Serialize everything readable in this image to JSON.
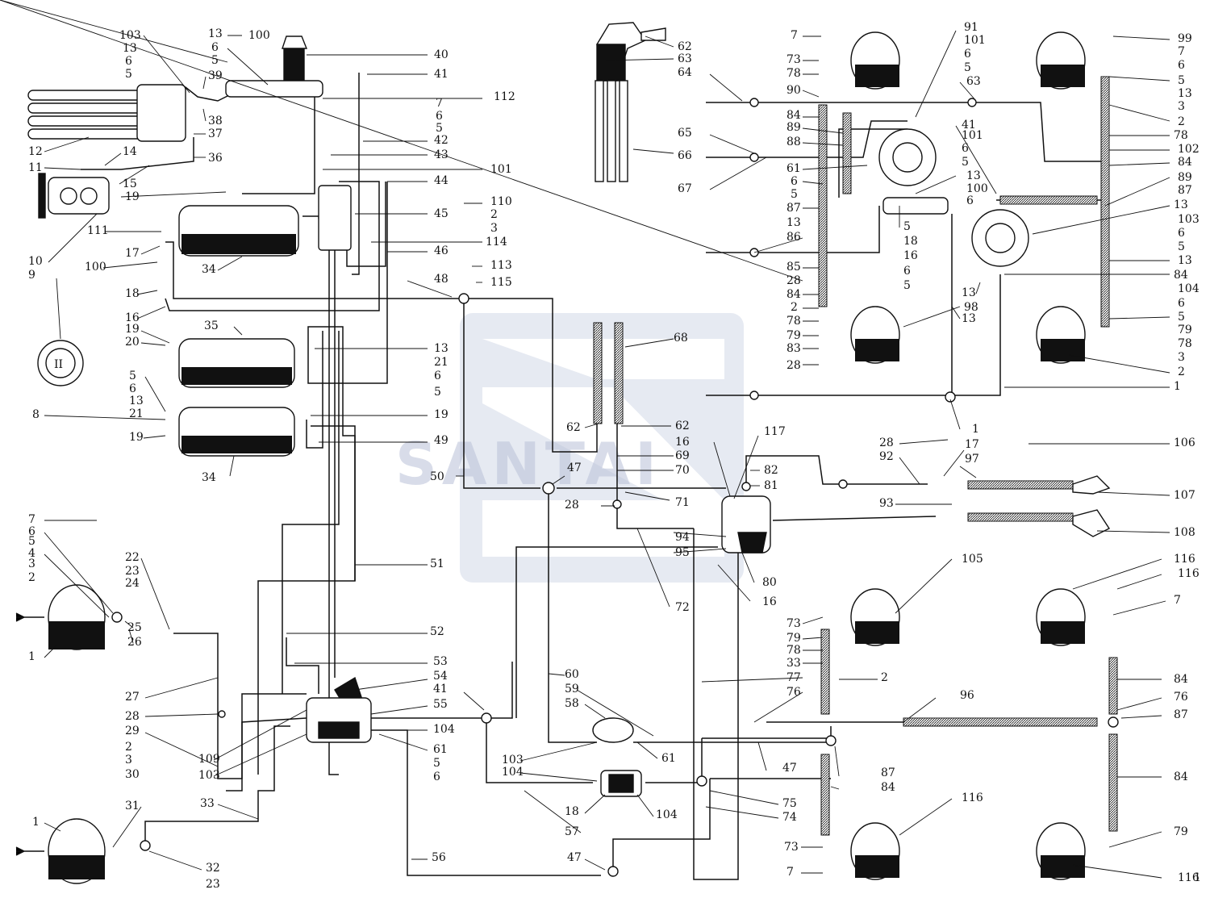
{
  "watermark": {
    "text": "SANTAI",
    "color": "#b9c1d8"
  },
  "labels": [
    "103",
    "13",
    "6",
    "5",
    "13",
    "100",
    "6",
    "5",
    "39",
    "40",
    "41",
    "7",
    "6",
    "5",
    "112",
    "38",
    "37",
    "12",
    "36",
    "14",
    "11",
    "15",
    "42",
    "43",
    "101",
    "19",
    "44",
    "110",
    "2",
    "3",
    "10",
    "111",
    "17",
    "100",
    "45",
    "34",
    "46",
    "114",
    "18",
    "48",
    "113",
    "115",
    "16",
    "9",
    "19",
    "35",
    "13",
    "21",
    "6",
    "5",
    "20",
    "5",
    "6",
    "13",
    "21",
    "8",
    "19",
    "49",
    "19",
    "34",
    "50",
    "47",
    "51",
    "7",
    "6",
    "5",
    "4",
    "3",
    "2",
    "22",
    "23",
    "24",
    "1",
    "25",
    "26",
    "52",
    "27",
    "54",
    "53",
    "28",
    "55",
    "41",
    "104",
    "29",
    "109",
    "103",
    "61",
    "5",
    "6",
    "2",
    "3",
    "30",
    "31",
    "33",
    "1",
    "32",
    "23",
    "56",
    "47",
    "60",
    "59",
    "58",
    "103",
    "104",
    "18",
    "104",
    "57",
    "75",
    "74",
    "62",
    "63",
    "64",
    "66",
    "65",
    "67",
    "68",
    "62",
    "62",
    "16",
    "69",
    "70",
    "71",
    "28",
    "72",
    "117",
    "82",
    "81",
    "80",
    "16",
    "94",
    "95",
    "93",
    "28",
    "92",
    "17",
    "97",
    "106",
    "107",
    "108",
    "7",
    "73",
    "78",
    "90",
    "84",
    "89",
    "88",
    "61",
    "6",
    "5",
    "87",
    "13",
    "85",
    "28",
    "84",
    "2",
    "78",
    "79",
    "83",
    "28",
    "91",
    "101",
    "6",
    "5",
    "13",
    "100",
    "6",
    "5",
    "18",
    "16",
    "6",
    "5",
    "13",
    "98",
    "1",
    "41",
    "101",
    "6",
    "5",
    "13",
    "99",
    "7",
    "6",
    "5",
    "13",
    "3",
    "2",
    "78",
    "102",
    "84",
    "89",
    "87",
    "13",
    "103",
    "6",
    "5",
    "13",
    "84",
    "104",
    "6",
    "5",
    "79",
    "78",
    "3",
    "2",
    "1",
    "105",
    "116",
    "116",
    "7",
    "73",
    "79",
    "78",
    "33",
    "2",
    "84",
    "76",
    "87",
    "96",
    "47",
    "87",
    "84",
    "84",
    "73",
    "7",
    "116",
    "79",
    "116",
    "63",
    "86",
    "77",
    "76",
    "61",
    "1"
  ]
}
